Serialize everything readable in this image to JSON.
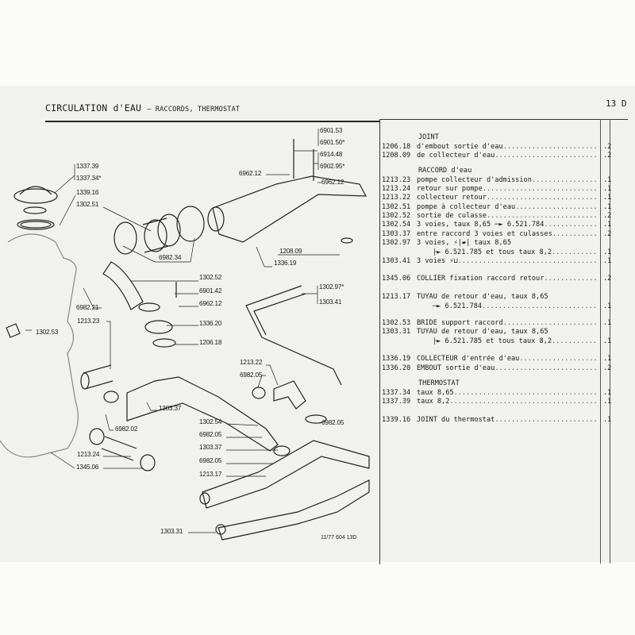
{
  "header": {
    "title": "CIRCULATION d'EAU",
    "subtitle": "– RACCORDS, THERMOSTAT",
    "page": "13 D"
  },
  "parts_list": [
    {
      "type": "heading",
      "text": "JOINT"
    },
    {
      "code": "1206.18",
      "desc": "d'embout sortie d'eau",
      "qty": ".2"
    },
    {
      "code": "1208.09",
      "desc": "de collecteur d'eau",
      "qty": ".2"
    },
    {
      "type": "heading",
      "text": "RACCORD d'eau"
    },
    {
      "code": "1213.23",
      "desc": "pompe collecteur d'admission",
      "qty": ".1"
    },
    {
      "code": "1213.24",
      "desc": "retour sur pompe",
      "qty": ".1"
    },
    {
      "code": "1213.22",
      "desc": "collecteur retour",
      "qty": ".1"
    },
    {
      "code": "1302.51",
      "desc": "pompe à collecteur d'eau",
      "qty": ".1"
    },
    {
      "code": "1302.52",
      "desc": "sortie de culasse",
      "qty": ".2"
    },
    {
      "code": "1302.54",
      "desc": "3 voies, taux 8,65 ─► 6.521.784",
      "qty": ".1"
    },
    {
      "code": "1303.37",
      "desc": "entre raccord 3 voies et culasses",
      "qty": ".2"
    },
    {
      "code": "1302.97",
      "desc": "3 voies, ⚡|▰| taux 8,65",
      "qty": ""
    },
    {
      "code": "",
      "desc": "├► 6.521.785 et tous taux 8,2",
      "qty": ".1"
    },
    {
      "code": "1303.41",
      "desc": "3 voies ⚡⊔",
      "qty": ".1"
    },
    {
      "code": "1345.06",
      "desc": "COLLIER fixation raccord retour",
      "qty": ".2"
    },
    {
      "code": "1213.17",
      "desc": "TUYAU de retour d'eau, taux 8,65",
      "qty": ""
    },
    {
      "code": "",
      "desc": "─► 6.521.784",
      "qty": ".1"
    },
    {
      "code": "1302.53",
      "desc": "BRIDE support raccord",
      "qty": ".1"
    },
    {
      "code": "1303.31",
      "desc": "TUYAU de retour d'eau, taux 8,65",
      "qty": ""
    },
    {
      "code": "",
      "desc": "├► 6.521.785 et tous taux 8,2",
      "qty": ".1"
    },
    {
      "code": "1336.19",
      "desc": "COLLECTEUR d'entrée d'eau",
      "qty": ".1"
    },
    {
      "code": "1336.20",
      "desc": "EMBOUT sortie d'eau",
      "qty": ".2"
    },
    {
      "type": "heading",
      "text": "THERMOSTAT"
    },
    {
      "code": "1337.34",
      "desc": "taux 8,65",
      "qty": ".1"
    },
    {
      "code": "1337.39",
      "desc": "taux 8,2",
      "qty": ".1"
    },
    {
      "code": "1339.16",
      "desc": "JOINT du thermostat",
      "qty": ".1"
    }
  ],
  "callouts": [
    "1337.39",
    "1337.34*",
    "1339.16",
    "1302.51",
    "6901.53",
    "6901.50*",
    "6914.48",
    "6902.95*",
    "6962.12",
    "6962.12",
    "6982.34",
    "1208.09",
    "1336.19",
    "1302.52",
    "6901.42",
    "6962.12",
    "1336.20",
    "1206.18",
    "1302.97*",
    "1303.41",
    "6982.21",
    "1213.23",
    "1302.53",
    "1213.22",
    "6982.05",
    "1303.37",
    "6982.02",
    "1302.54",
    "6982.05",
    "1303.37",
    "6982.05",
    "1213.17",
    "6982.05",
    "1213.24",
    "1345.06",
    "1303.31"
  ],
  "footer": "11/77  604 13D"
}
